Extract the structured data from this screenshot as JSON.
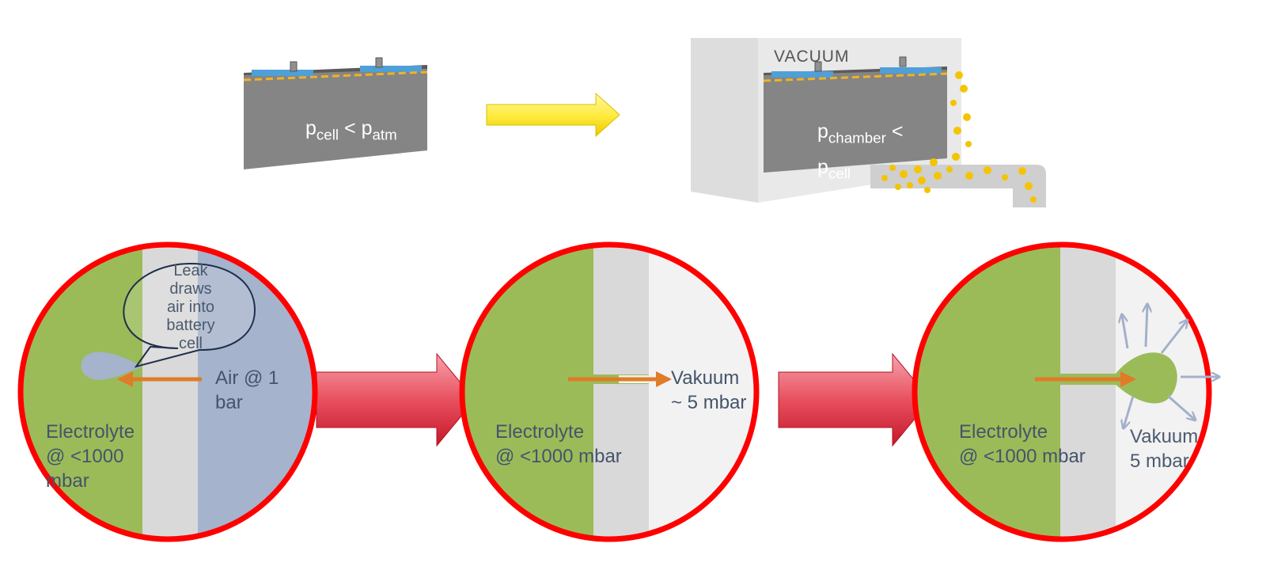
{
  "top": {
    "cell_label": {
      "p": "p",
      "sub1": "cell",
      "op": "<",
      "p2": "p",
      "sub2": "atm"
    },
    "chamber_title": "VACUUM",
    "chamber_label": {
      "p": "p",
      "sub1": "chamber",
      "op": "<",
      "p2": "p",
      "sub2": "cell"
    }
  },
  "panels": [
    {
      "callout_lines": [
        "Leak",
        "draws",
        "air into",
        "battery",
        "cell"
      ],
      "right_lines": [
        "Air @ 1",
        "bar"
      ],
      "left_lines": [
        "Electrolyte",
        "@ <1000",
        "mbar"
      ]
    },
    {
      "right_lines": [
        "Vakuum",
        "~ 5 mbar"
      ],
      "left_lines": [
        "Electrolyte",
        "@ <1000 mbar"
      ]
    },
    {
      "right_lines": [
        "Vakuum",
        "5 mbar"
      ],
      "left_lines": [
        "Electrolyte",
        "@ <1000 mbar"
      ]
    }
  ],
  "colors": {
    "electrolyte_green": "#9bbb59",
    "wall_gray": "#d9d9d9",
    "air_blue": "#a6b3cc",
    "vacuum_white": "#f2f2f2",
    "frame_red": "#ff0000",
    "leak_arrow_orange": "#e07b28",
    "transition_arrow_yellow": "#ffff4d",
    "battery_gray": "#808080"
  }
}
